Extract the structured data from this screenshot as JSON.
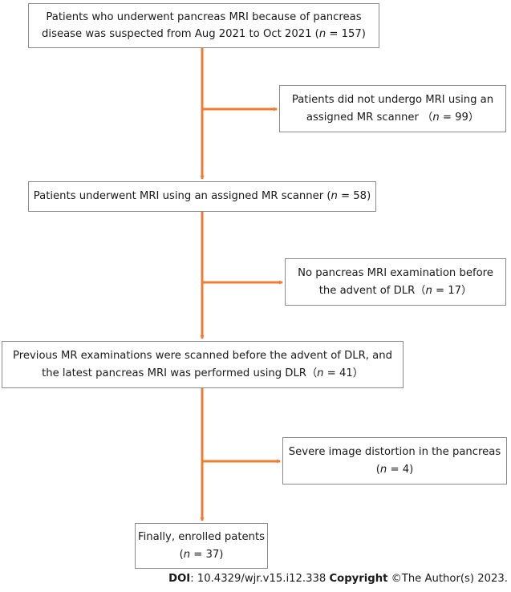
{
  "flow": {
    "screened": {
      "line1": "Patients who underwent pancreas MRI because of pancreas",
      "line2_prefix": "disease was suspected from Aug 2021 to Oct 2021 (",
      "n_label": "n",
      "line2_suffix": " = 157)"
    },
    "excluded_scanner": {
      "line1": "Patients did not undergo MRI using an",
      "line2_prefix": "assigned MR scanner （",
      "n_label": "n",
      "line2_suffix": " = 99）"
    },
    "assigned_scanner": {
      "line1_prefix": "Patients underwent MRI using an assigned MR scanner (",
      "n_label": "n",
      "line1_suffix": " = 58)"
    },
    "excluded_no_prior": {
      "line1": "No pancreas MRI examination before",
      "line2_prefix": "the advent of DLR（",
      "n_label": "n",
      "line2_suffix": " = 17）"
    },
    "dlr_eligible": {
      "line1": "Previous MR examinations were scanned before the advent of DLR, and",
      "line2_prefix": "the latest pancreas MRI was performed using DLR（",
      "n_label": "n",
      "line2_suffix": " = 41）"
    },
    "excluded_distortion": {
      "line1": "Severe image distortion in the pancreas",
      "line2_prefix": "(",
      "n_label": "n",
      "line2_suffix": " = 4)"
    },
    "enrolled": {
      "line1": "Finally, enrolled patents",
      "line2_prefix": "(",
      "n_label": "n",
      "line2_suffix": " = 37)"
    }
  },
  "footer": {
    "doi_label": "DOI",
    "doi_value": ": 10.4329/wjr.v15.i12.338 ",
    "copyright_label": "Copyright",
    "copyright_text": " ©The Author(s) 2023."
  },
  "colors": {
    "arrow": "#ed7d31",
    "box_border": "#8a8a8a"
  }
}
